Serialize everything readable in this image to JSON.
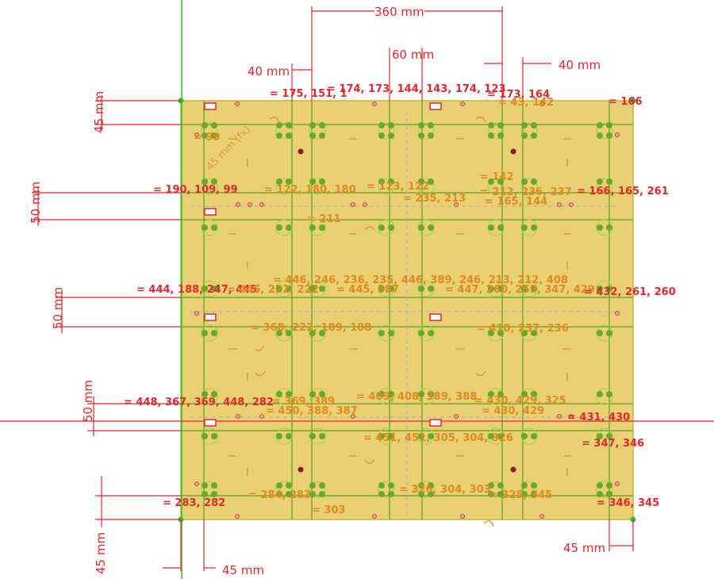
{
  "colors": {
    "plate_fill": "#e8cd6a",
    "plate_stroke": "#c9b23a",
    "dimension": "#e0282e",
    "constraint_label": "#e08a1e",
    "grid_line": "#5aa02c",
    "hole": "#6aa82c",
    "axis_green": "#2fbf2f",
    "axis_red": "#e0282e",
    "background": "#ffffff"
  },
  "dimensions": {
    "top_360": "360 mm",
    "top_60": "60 mm",
    "top_left_40": "40 mm",
    "top_right_40": "40 mm",
    "left_45_top": "45 mm",
    "left_50_a": "50 mm",
    "left_50_b": "50 mm",
    "left_50_c": "50 mm",
    "left_45_bottom": "45 mm",
    "bottom_left_45": "45 mm",
    "bottom_right_45": "45 mm",
    "diag_fx": "45 mm (fx)"
  },
  "constraint_labels": {
    "red": [
      "= 174, 173, 144, 143, 174, 123",
      "= 175, 151, 1",
      "= 173, 164",
      "= 166",
      "= 190, 109, 99",
      "= 166, 165, 261",
      "= 444, 188, 247, 445",
      "= 432, 261, 260",
      "= 448, 367, 369, 448, 282",
      "= 431, 430",
      "= 347, 346",
      "= 346, 345",
      "= 283, 282"
    ],
    "orange": [
      "= 43, 142",
      "= 99",
      "= 142",
      "= 122, 180, 180",
      "= 123, 122",
      "= 235, 213",
      "= 212, 236, 237",
      "= 165, 144",
      "= 211",
      "= 446, 246, 236, 235, 446, 389, 246, 213, 212, 408",
      "= 445, 222, 222",
      "= 445, 387",
      "= 447, 260, 259, 347, 429",
      "= 368, 222, 189, 188",
      "= 410, 237, 236",
      "= 369, 389",
      "= 409, 408, 389, 388",
      "= 430, 429, 325",
      "= 450, 388, 387",
      "= 430, 429",
      "= 451, 451, 305, 304, 326",
      "= 284, 283",
      "= 303",
      "= 326, 304, 303",
      "= 325, 345"
    ]
  }
}
